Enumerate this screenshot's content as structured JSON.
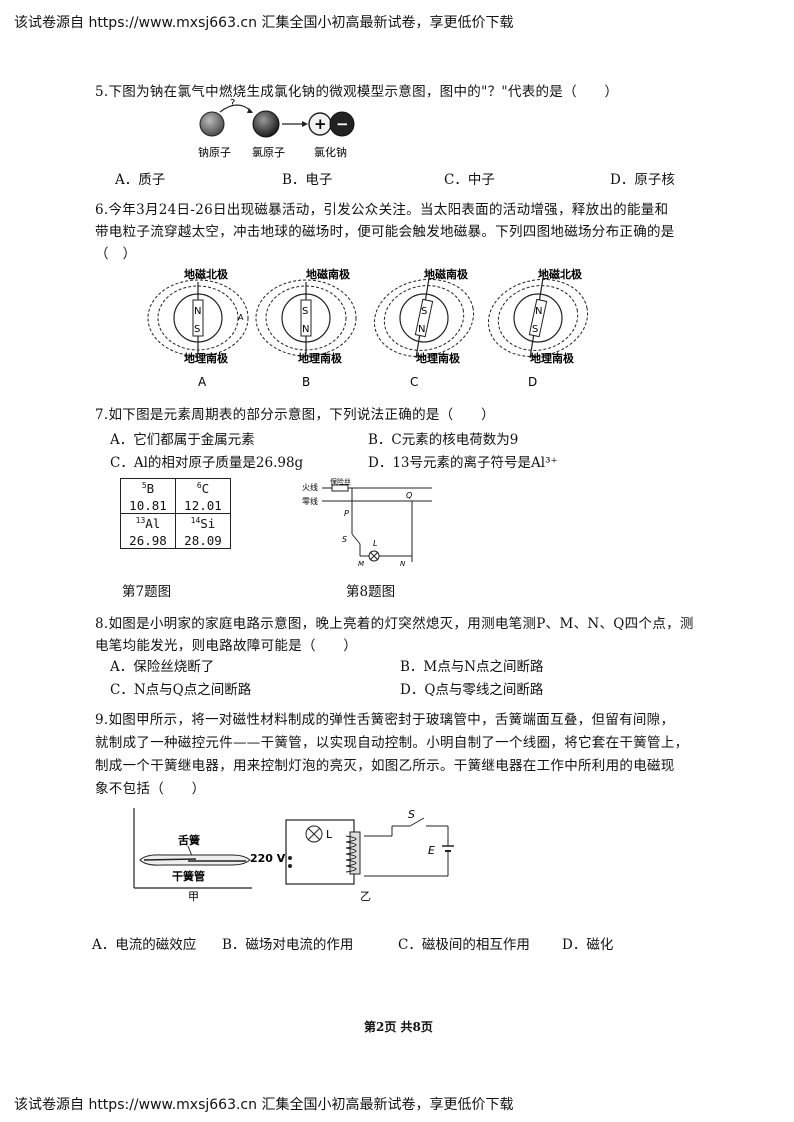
{
  "header": {
    "text": "该试卷源自 https://www.mxsj663.cn 汇集全国小初高最新试卷，享更低价下载"
  },
  "footer": {
    "text": "该试卷源自 https://www.mxsj663.cn 汇集全国小初高最新试卷，享更低价下载"
  },
  "page_number": "第2页 共8页",
  "q5": {
    "stem": "5.下图为钠在氯气中燃烧生成氯化钠的微观模型示意图，图中的\"？\"代表的是（　　）",
    "figure": {
      "na_label": "钠原子",
      "cl_label": "氯原子",
      "nacl_label": "氯化钠",
      "question_mark": "?",
      "plus": "+",
      "minus": "−"
    },
    "options": [
      "A．质子",
      "B．电子",
      "C．中子",
      "D．原子核"
    ]
  },
  "q6": {
    "line1": "6.今年3月24日-26日出现磁暴活动，引发公众关注。当太阳表面的活动增强，释放出的能量和",
    "line2": "带电粒子流穿越太空，冲击地球的磁场时，便可能会触发地磁暴。下列四图地磁场分布正确的是",
    "line3": "（　）",
    "figures": [
      {
        "top": "地磁北极",
        "bottom": "地理南极",
        "letter": "A",
        "pole": "S",
        "pole2": "N",
        "arrow": "A"
      },
      {
        "top": "地磁南极",
        "bottom": "地理南极",
        "letter": "B",
        "pole": "S",
        "pole2": "N"
      },
      {
        "top": "地磁南极",
        "bottom": "地理南极",
        "letter": "C",
        "pole": "S",
        "pole2": "N"
      },
      {
        "top": "地磁北极",
        "bottom": "地理南极",
        "letter": "D",
        "pole": "S",
        "pole2": "N"
      }
    ]
  },
  "q7": {
    "stem": "7.如下图是元素周期表的部分示意图，下列说法正确的是（　　）",
    "options": [
      "A．它们都属于金属元素",
      "B．C元素的核电荷数为9",
      "C．Al的相对原子质量是26.98g",
      "D．13号元素的离子符号是Al³⁺"
    ],
    "table": [
      [
        {
          "num": "5",
          "sym": "B",
          "mass": "10.81"
        },
        {
          "num": "6",
          "sym": "C",
          "mass": "12.01"
        }
      ],
      [
        {
          "num": "13",
          "sym": "Al",
          "mass": "26.98"
        },
        {
          "num": "14",
          "sym": "Si",
          "mass": "28.09"
        }
      ]
    ],
    "caption": "第7题图"
  },
  "q8_figure": {
    "caption": "第8题图",
    "live": "火线",
    "neutral": "零线",
    "fuse": "保险丝",
    "P": "P",
    "Q": "Q",
    "S": "S",
    "L": "L",
    "M": "M",
    "N": "N"
  },
  "q8": {
    "line1": "8.如图是小明家的家庭电路示意图，晚上亮着的灯突然熄灭，用测电笔测P、M、N、Q四个点，测",
    "line2": "电笔均能发光，则电路故障可能是（　　）",
    "options": [
      "A．保险丝烧断了",
      "B．M点与N点之间断路",
      "C．N点与Q点之间断路",
      "D．Q点与零线之间断路"
    ]
  },
  "q9": {
    "line1": "9.如图甲所示，将一对磁性材料制成的弹性舌簧密封于玻璃管中，舌簧端面互叠，但留有间隙，",
    "line2": "就制成了一种磁控元件——干簧管，以实现自动控制。小明自制了一个线圈，将它套在干簧管上，",
    "line3": "制成一个干簧继电器，用来控制灯泡的亮灭，如图乙所示。干簧继电器在工作中所利用的电磁现",
    "line4": "象不包括（　　）",
    "figure": {
      "reed": "舌簧",
      "tube": "干簧管",
      "jia": "甲",
      "yi": "乙",
      "voltage": "220 V",
      "L": "L",
      "S": "S",
      "E": "E"
    },
    "options": [
      "A．电流的磁效应",
      "B．磁场对电流的作用",
      "C．磁极间的相互作用",
      "D．磁化"
    ]
  }
}
